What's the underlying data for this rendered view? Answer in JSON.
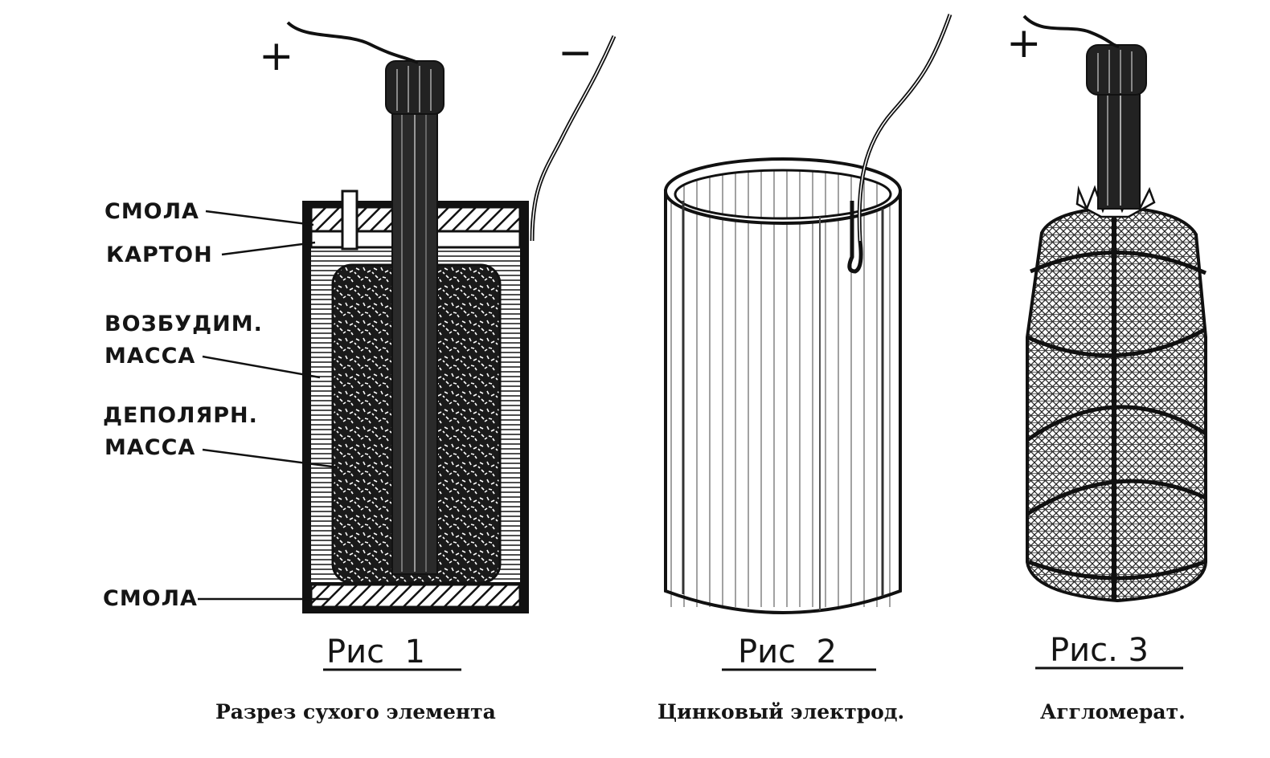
{
  "figure1": {
    "plus_sign": "+",
    "minus_sign": "−",
    "labels": {
      "resin_top": "СМОЛА",
      "cardboard": "КАРТОН",
      "exciting_mass_1": "ВОЗБУДИМ.",
      "exciting_mass_2": "МАССА",
      "depolar_mass_1": "ДЕПОЛЯРН.",
      "depolar_mass_2": "МАССА",
      "resin_bottom": "СМОЛА"
    },
    "fig_label": "Рис  1",
    "caption": "Разрез сухого элемента"
  },
  "figure2": {
    "fig_label": "Рис  2",
    "caption": "Цинковый электрод."
  },
  "figure3": {
    "plus_sign": "+",
    "fig_label": "Рис. 3",
    "caption": "Аггломерат."
  },
  "colors": {
    "ink": "#151515",
    "paper": "#ffffff"
  }
}
